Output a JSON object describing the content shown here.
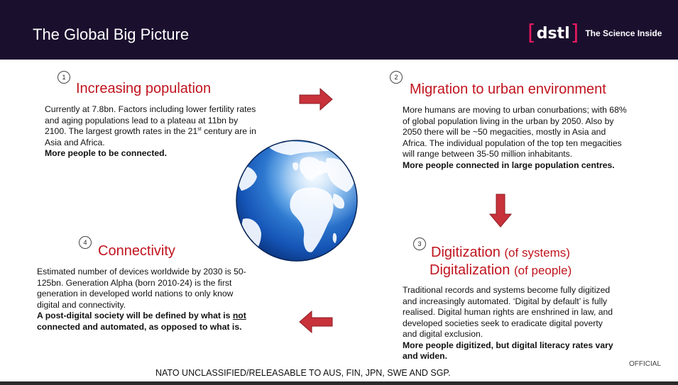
{
  "header": {
    "title": "The Global Big Picture",
    "logo_word": "dstl",
    "logo_tagline": "The Science Inside"
  },
  "sections": {
    "s1": {
      "number": "1",
      "heading": "Increasing population",
      "text_a": "Currently at 7.8bn. Factors including lower fertility rates and aging populations lead to a plateau at 11bn by 2100. The largest growth rates in the 21",
      "sup": "st",
      "text_b": " century are in Asia and Africa.",
      "bold": "More people to be connected."
    },
    "s2": {
      "number": "2",
      "heading": "Migration to urban environment",
      "text": "More humans are moving to urban conurbations; with 68% of global population living in the urban by 2050. Also by 2050 there will be ~50 megacities, mostly in Asia and Africa. The individual population of the top ten megacities will range between 35-50 million inhabitants.",
      "bold": "More people connected in large population centres."
    },
    "s3": {
      "number": "3",
      "heading_line1": "Digitization",
      "heading_line1_small": "(of systems)",
      "heading_line2": "Digitalization",
      "heading_line2_small": "(of people)",
      "text": "Traditional records and systems become fully digitized and increasingly automated. ‘Digital by default’ is fully realised. Digital human rights are enshrined in law, and developed societies seek to eradicate digital poverty and digital exclusion.",
      "bold": "More people digitized, but digital literacy rates vary and widen."
    },
    "s4": {
      "number": "4",
      "heading": "Connectivity",
      "text": "Estimated number of devices worldwide by 2030 is 50-125bn. Generation Alpha (born 2010-24) is the first generation in developed world nations to only know digital and connectivity.",
      "bold_a": "A post-digital society will be defined by what is ",
      "bold_u": "not",
      "bold_b": " connected and automated, as opposed to what is."
    }
  },
  "footer": {
    "classification": "NATO UNCLASSIFIED/RELEASABLE TO AUS, FIN, JPN, SWE AND SGP.",
    "official": "OFFICIAL"
  },
  "colors": {
    "header_bg": "#1b0f2e",
    "accent_red": "#c0141e",
    "logo_pink": "#e5195f",
    "arrow": "#c8323a"
  }
}
